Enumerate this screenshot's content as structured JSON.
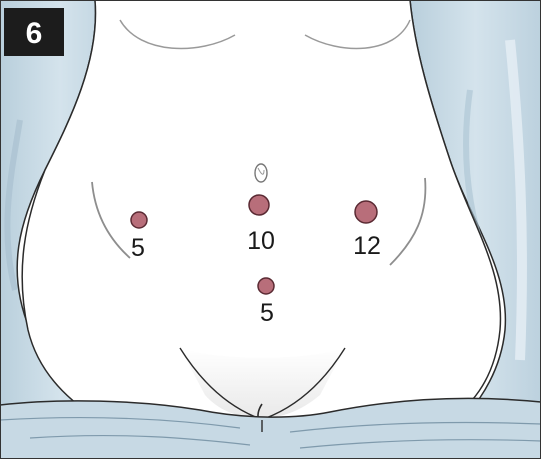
{
  "panel": {
    "number": "6"
  },
  "colors": {
    "drape": "#c9dbe6",
    "drape_dark": "#9fb8c8",
    "skin": "#ffffff",
    "port_fill": "#b86e7a",
    "port_stroke": "#5a2a33",
    "outline": "#2b2b2b",
    "badge": "#1c1c1c"
  },
  "ports": [
    {
      "id": "left-lateral",
      "label": "5"
    },
    {
      "id": "umbilical",
      "label": "10"
    },
    {
      "id": "right-lateral",
      "label": "12"
    },
    {
      "id": "suprapubic",
      "label": "5"
    }
  ]
}
